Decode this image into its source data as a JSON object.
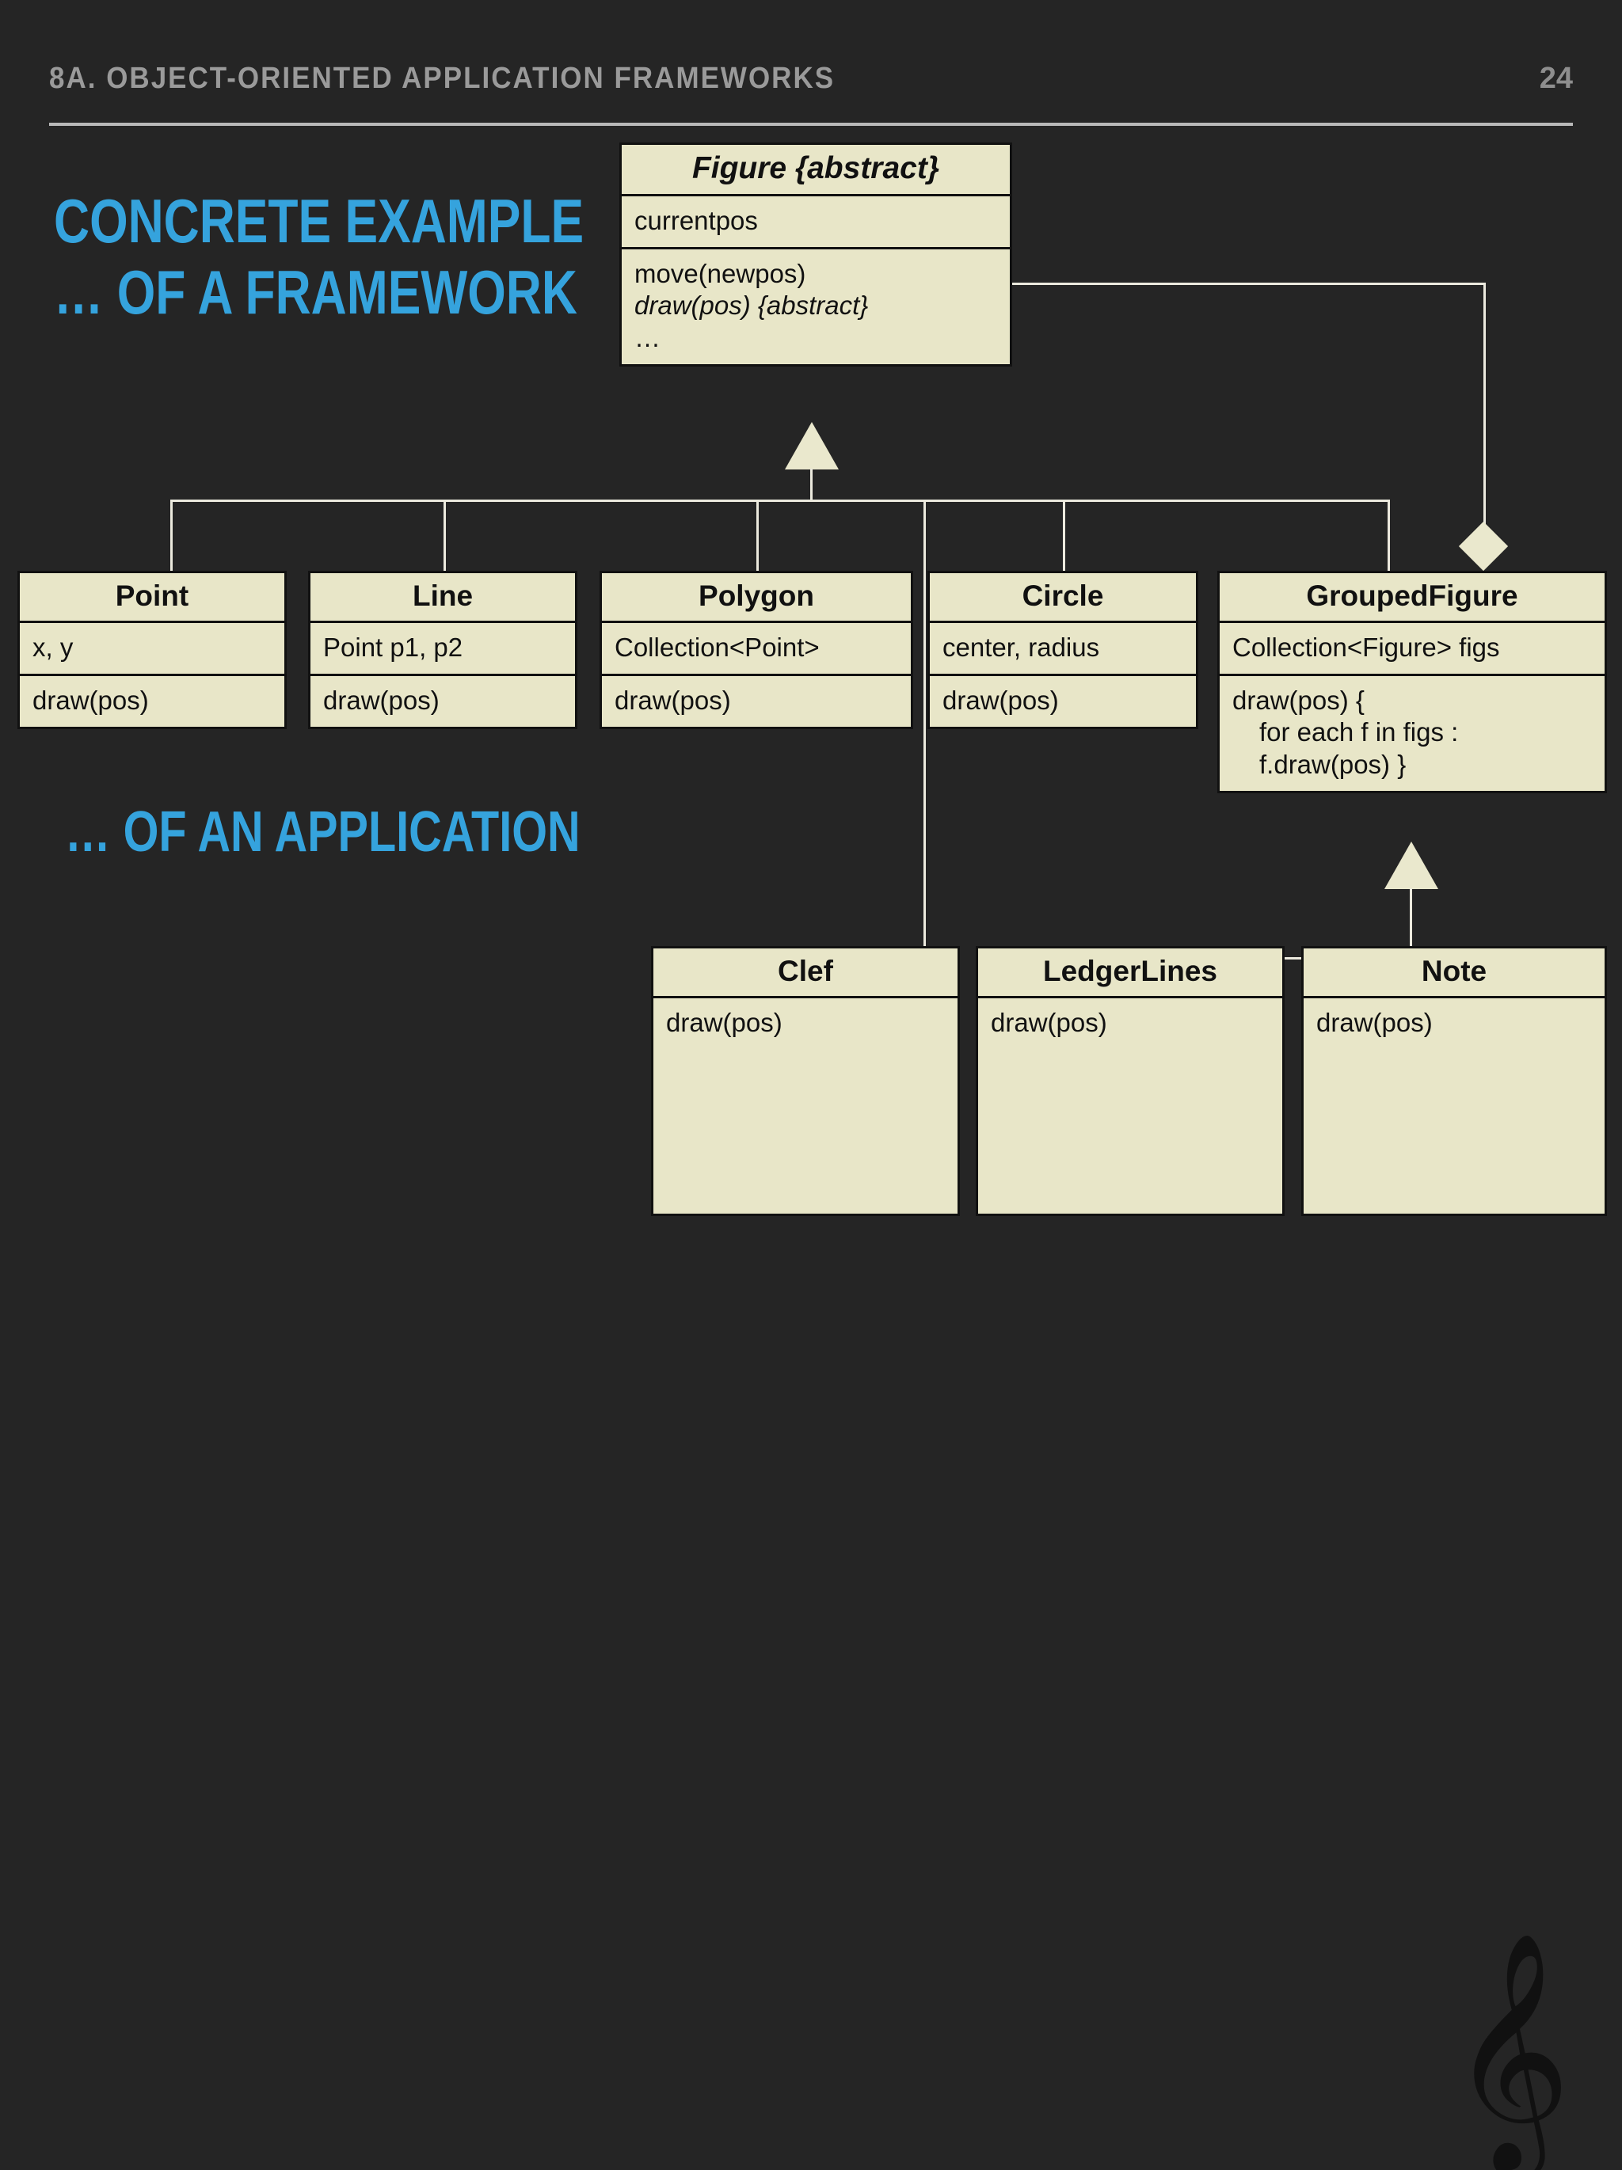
{
  "header": {
    "title": "8A. Object-Oriented Application Frameworks",
    "page_number": "24",
    "title_color": "#9a9a9a",
    "rule_color": "#b9b9b9"
  },
  "headings": {
    "accent_color": "#35a3dd",
    "line1": "Concrete example",
    "line2": "… of a framework",
    "line3": "… of an application"
  },
  "theme": {
    "background": "#252525",
    "box_fill": "#e8e6c8",
    "box_border": "#111111",
    "connector": "#eceade"
  },
  "diagram": {
    "type": "uml-class-diagram",
    "classes": [
      {
        "id": "figure",
        "name": "Figure {abstract}",
        "abstract": true,
        "attributes": [
          "currentpos"
        ],
        "operations": [
          "move(newpos)",
          "draw(pos) {abstract}",
          "…"
        ],
        "operation_styles": [
          "normal",
          "italic",
          "normal"
        ]
      },
      {
        "id": "point",
        "name": "Point",
        "abstract": false,
        "attributes": [
          "x, y"
        ],
        "operations": [
          "draw(pos)"
        ]
      },
      {
        "id": "line",
        "name": "Line",
        "abstract": false,
        "attributes": [
          "Point p1, p2"
        ],
        "operations": [
          "draw(pos)"
        ]
      },
      {
        "id": "polygon",
        "name": "Polygon",
        "abstract": false,
        "attributes": [
          "Collection<Point>"
        ],
        "operations": [
          "draw(pos)"
        ]
      },
      {
        "id": "circle",
        "name": "Circle",
        "abstract": false,
        "attributes": [
          "center, radius"
        ],
        "operations": [
          "draw(pos)"
        ]
      },
      {
        "id": "groupedfigure",
        "name": "GroupedFigure",
        "abstract": false,
        "attributes": [
          "Collection<Figure> figs"
        ],
        "operations": [
          "draw(pos) {",
          "for each f in figs :",
          "f.draw(pos) }"
        ]
      },
      {
        "id": "clef",
        "name": "Clef",
        "abstract": false,
        "operations": [
          "draw(pos)"
        ],
        "glyph": "treble-clef"
      },
      {
        "id": "ledgerlines",
        "name": "LedgerLines",
        "abstract": false,
        "operations": [
          "draw(pos)"
        ],
        "glyph": "staff-lines",
        "staff_line_count": 5
      },
      {
        "id": "note",
        "name": "Note",
        "abstract": false,
        "operations": [
          "draw(pos)"
        ],
        "glyph": "beamed-eighth-notes"
      }
    ],
    "relationships": [
      {
        "type": "generalization",
        "from": "Point",
        "to": "Figure"
      },
      {
        "type": "generalization",
        "from": "Line",
        "to": "Figure"
      },
      {
        "type": "generalization",
        "from": "Polygon",
        "to": "Figure"
      },
      {
        "type": "generalization",
        "from": "Circle",
        "to": "Figure"
      },
      {
        "type": "generalization",
        "from": "GroupedFigure",
        "to": "Figure"
      },
      {
        "type": "generalization",
        "from": "Clef",
        "to": "Figure"
      },
      {
        "type": "generalization",
        "from": "LedgerLines",
        "to": "GroupedFigure"
      },
      {
        "type": "generalization",
        "from": "Note",
        "to": "GroupedFigure"
      },
      {
        "type": "aggregation",
        "from": "Figure",
        "to": "GroupedFigure"
      }
    ]
  },
  "glyphs": {
    "treble_clef": "𝄞",
    "beamed_notes": "♫"
  }
}
